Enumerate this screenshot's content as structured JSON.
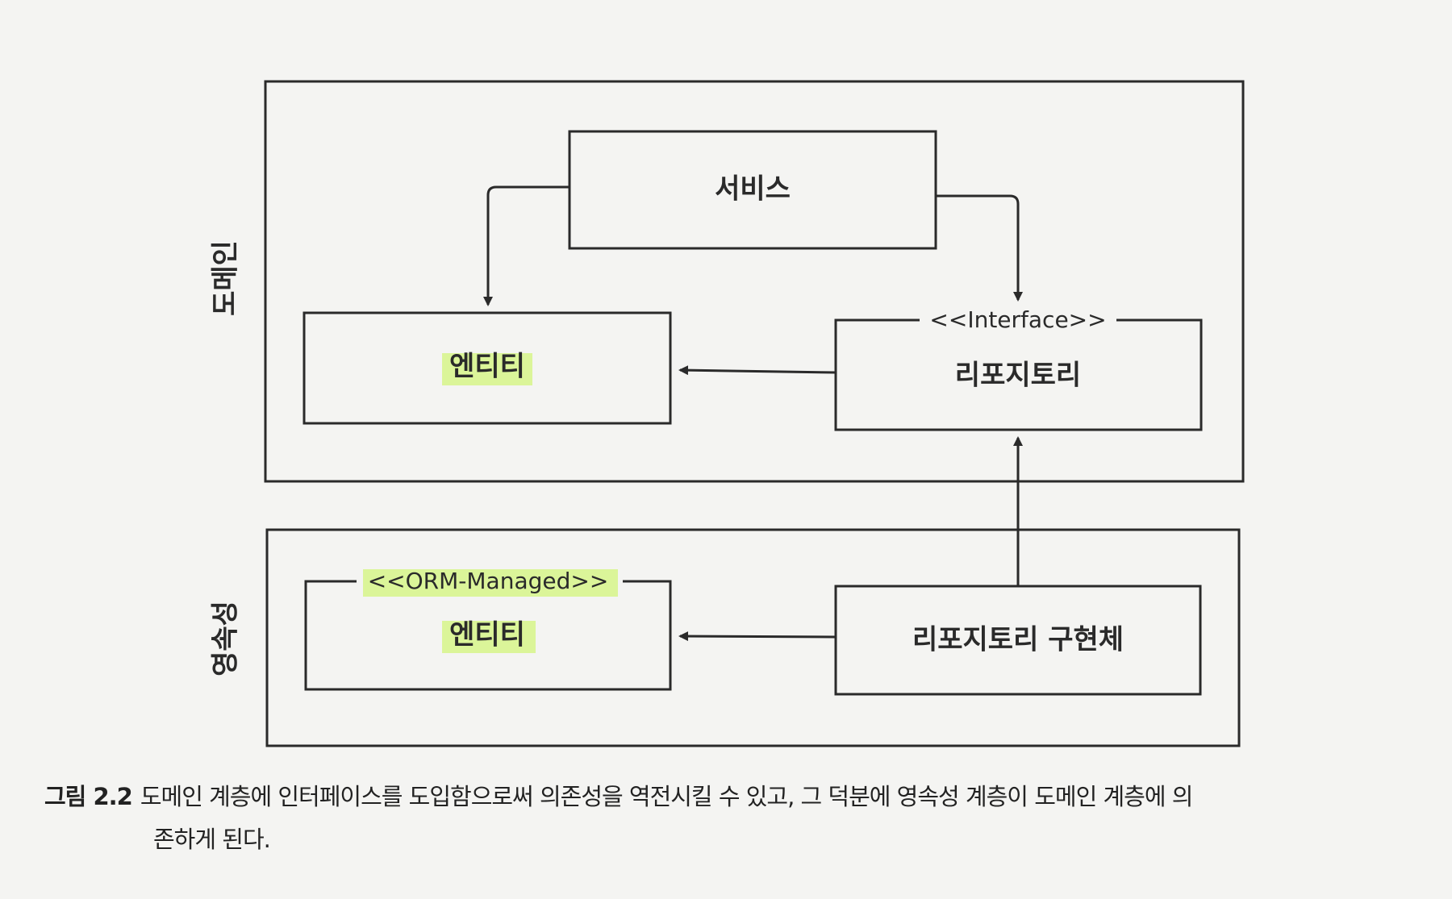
{
  "layers": {
    "domain": "도메인",
    "persistence": "영속성"
  },
  "boxes": {
    "service": "서비스",
    "entity": "엔티티",
    "repository_stereotype": "<<Interface>>",
    "repository": "리포지토리",
    "orm_stereotype": "<<ORM-Managed>>",
    "orm_entity": "엔티티",
    "repository_impl": "리포지토리 구현체"
  },
  "caption": {
    "figure": "그림 2.2",
    "line1": "도메인 계층에 인터페이스를 도입함으로써 의존성을 역전시킬 수 있고, 그 덕분에 영속성 계층이 도메인 계층에 의",
    "line2": "존하게 된다."
  },
  "colors": {
    "highlight": "#d6f58a",
    "ink": "#2a2a2a"
  }
}
